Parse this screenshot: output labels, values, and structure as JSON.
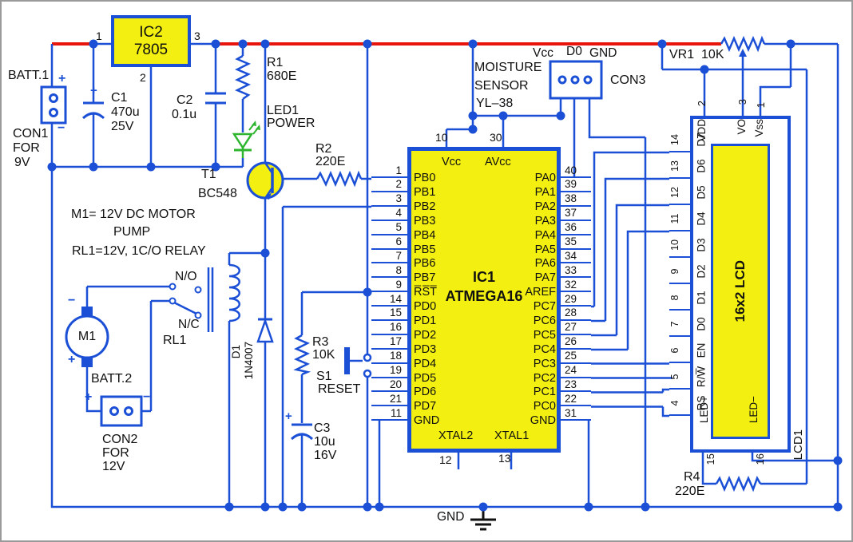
{
  "sch": {
    "colors": {
      "wire": "#1a4fd6",
      "power_rail": "#e8150c",
      "component_fill": "#f2ef11",
      "led_green": "#2db52d",
      "text": "#101010"
    },
    "power": {
      "batt1": "BATT.1",
      "plus": "+",
      "minus": "−",
      "con1": [
        "CON1",
        "FOR",
        "9V"
      ],
      "ic2": {
        "name": "IC2",
        "part": "7805",
        "p1": "1",
        "p2": "2",
        "p3": "3"
      },
      "c1": {
        "r": "C1",
        "v1": "470u",
        "v2": "25V"
      },
      "c2": {
        "r": "C2",
        "v": "0.1u"
      },
      "r1": {
        "r": "R1",
        "v": "680E"
      },
      "led1": {
        "r": "LED1",
        "lbl": "POWER"
      }
    },
    "drv": {
      "t1": "T1",
      "t1p": "BC548",
      "r2": "R2",
      "r2v": "220E",
      "n1": "M1= 12V DC MOTOR",
      "n2": "PUMP",
      "n3": "RL1=12V, 1C/O RELAY",
      "no": "N/O",
      "nc": "N/C",
      "rl1": "RL1",
      "m1": "M1",
      "plus": "+",
      "minus": "−",
      "batt2": "BATT.2",
      "con2": [
        "CON2",
        "FOR",
        "12V"
      ],
      "d1": "D1",
      "d1p": "1N4007"
    },
    "rst": {
      "r3": "R3",
      "r3v": "10K",
      "s1": "S1",
      "s1l": "RESET",
      "c3": "C3",
      "c3v": "10u",
      "c3v2": "16V"
    },
    "ic1": {
      "name": "IC1",
      "part": "ATMEGA16",
      "vcc": "Vcc",
      "avcc": "AVcc",
      "p10": "10",
      "p30": "30",
      "xt2": "XTAL2",
      "xt1": "XTAL1",
      "p12": "12",
      "p13": "13",
      "left": [
        {
          "n": "1",
          "l": "PB0"
        },
        {
          "n": "2",
          "l": "PB1"
        },
        {
          "n": "3",
          "l": "PB2"
        },
        {
          "n": "4",
          "l": "PB3"
        },
        {
          "n": "5",
          "l": "PB4"
        },
        {
          "n": "6",
          "l": "PB5"
        },
        {
          "n": "7",
          "l": "PB6"
        },
        {
          "n": "8",
          "l": "PB7"
        },
        {
          "n": "9",
          "l": "R̅S̅T̅"
        },
        {
          "n": "14",
          "l": "PD0"
        },
        {
          "n": "15",
          "l": "PD1"
        },
        {
          "n": "16",
          "l": "PD2"
        },
        {
          "n": "17",
          "l": "PD3"
        },
        {
          "n": "18",
          "l": "PD4"
        },
        {
          "n": "19",
          "l": "PD5"
        },
        {
          "n": "20",
          "l": "PD6"
        },
        {
          "n": "21",
          "l": "PD7"
        },
        {
          "n": "11",
          "l": "GND"
        }
      ],
      "right": [
        {
          "n": "40",
          "l": "PA0"
        },
        {
          "n": "39",
          "l": "PA1"
        },
        {
          "n": "38",
          "l": "PA2"
        },
        {
          "n": "37",
          "l": "PA3"
        },
        {
          "n": "36",
          "l": "PA4"
        },
        {
          "n": "35",
          "l": "PA5"
        },
        {
          "n": "34",
          "l": "PA6"
        },
        {
          "n": "33",
          "l": "PA7"
        },
        {
          "n": "32",
          "l": "AREF"
        },
        {
          "n": "29",
          "l": "PC7"
        },
        {
          "n": "28",
          "l": "PC6"
        },
        {
          "n": "27",
          "l": "PC5"
        },
        {
          "n": "26",
          "l": "PC4"
        },
        {
          "n": "25",
          "l": "PC3"
        },
        {
          "n": "24",
          "l": "PC2"
        },
        {
          "n": "23",
          "l": "PC1"
        },
        {
          "n": "22",
          "l": "PC0"
        },
        {
          "n": "31",
          "l": "GND"
        }
      ]
    },
    "sensor": {
      "l1": "MOISTURE",
      "l2": "SENSOR",
      "l3": "YL–38",
      "vcc": "Vcc",
      "d0": "D0",
      "gnd": "GND",
      "con3": "CON3"
    },
    "vr1": "VR1  10K",
    "lcd": {
      "name": "LCD1",
      "screen": "16x2 LCD",
      "top": [
        {
          "n": "2",
          "l": "VDD"
        },
        {
          "n": "3",
          "l": "VO"
        },
        {
          "n": "1",
          "l": "Vss"
        }
      ],
      "left": [
        {
          "n": "14",
          "l": "D7"
        },
        {
          "n": "13",
          "l": "D6"
        },
        {
          "n": "12",
          "l": "D5"
        },
        {
          "n": "11",
          "l": "D4"
        },
        {
          "n": "10",
          "l": "D3"
        },
        {
          "n": "9",
          "l": "D2"
        },
        {
          "n": "8",
          "l": "D1"
        },
        {
          "n": "7",
          "l": "D0"
        },
        {
          "n": "6",
          "l": "EN"
        },
        {
          "n": "5",
          "l": "R/W̅"
        },
        {
          "n": "4",
          "l": "RS"
        }
      ],
      "bottom": [
        {
          "n": "15",
          "l": "LED+"
        },
        {
          "n": "16",
          "l": "LED−"
        }
      ]
    },
    "r4": {
      "r": "R4",
      "v": "220E"
    },
    "gnd": "GND"
  }
}
